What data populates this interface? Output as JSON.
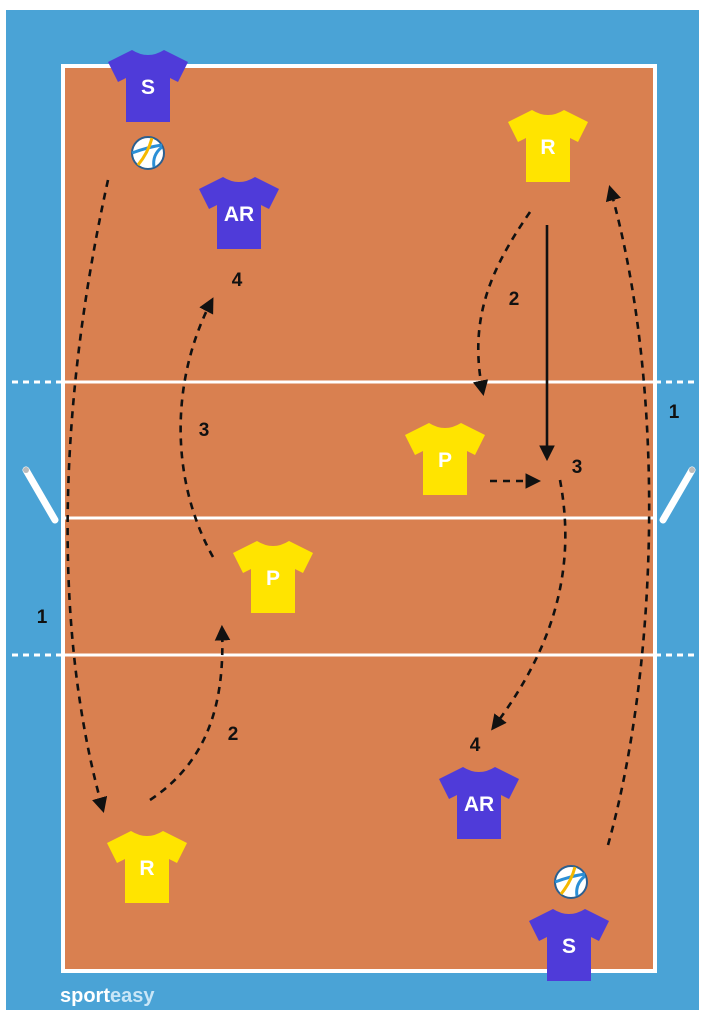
{
  "colors": {
    "surround": "#4aa3d6",
    "court": "#d98050",
    "line": "#ffffff",
    "team_blue": "#4f3bd9",
    "team_yellow": "#ffe400",
    "arrow": "#111111"
  },
  "players": [
    {
      "id": "blue-s-top",
      "label": "S",
      "team": "blue"
    },
    {
      "id": "blue-ar-top",
      "label": "AR",
      "team": "blue"
    },
    {
      "id": "yellow-r-top",
      "label": "R",
      "team": "yellow"
    },
    {
      "id": "yellow-p-mid",
      "label": "P",
      "team": "yellow"
    },
    {
      "id": "yellow-p-left",
      "label": "P",
      "team": "yellow"
    },
    {
      "id": "blue-ar-bottom",
      "label": "AR",
      "team": "blue"
    },
    {
      "id": "yellow-r-bottom",
      "label": "R",
      "team": "yellow"
    },
    {
      "id": "blue-s-bottom",
      "label": "S",
      "team": "blue"
    }
  ],
  "step_labels": {
    "right_2": "2",
    "right_1": "1",
    "right_3": "3",
    "right_4": "4",
    "left_4": "4",
    "left_3": "3",
    "left_1": "1",
    "left_2": "2"
  },
  "brand": {
    "part1": "sport",
    "part2": "easy",
    "color1": "#ffffff",
    "color2": "#c9e6f7"
  },
  "icons": {
    "ball": "volleyball-icon",
    "shirt": "tshirt-icon"
  }
}
